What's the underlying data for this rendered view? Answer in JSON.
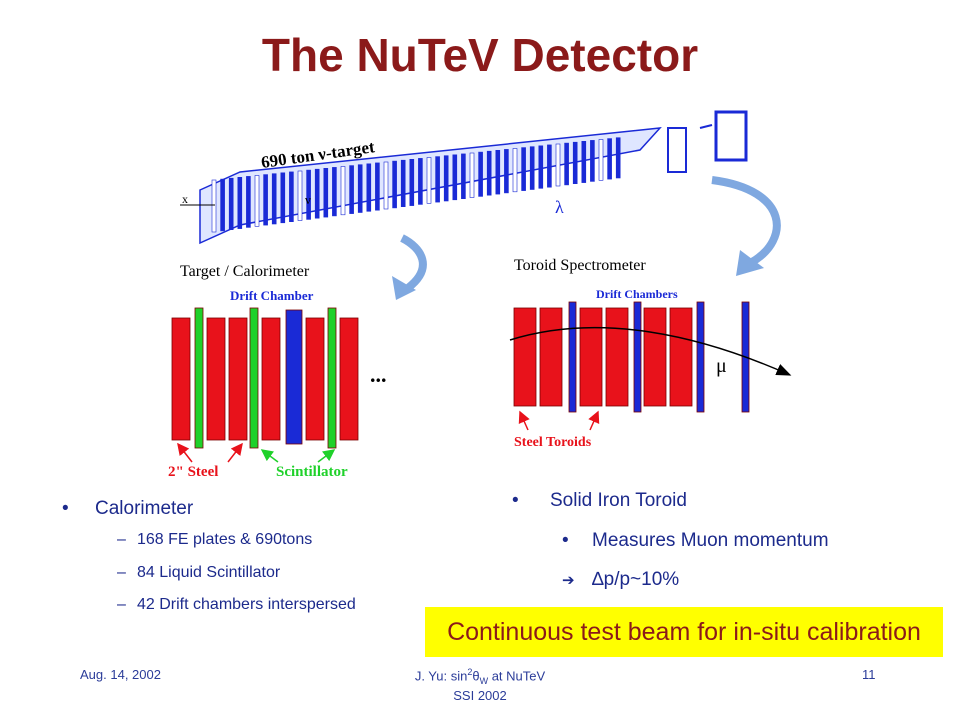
{
  "slide": {
    "title": "The NuTeV Detector",
    "diagram": {
      "target_label": "690 ton ν-target",
      "nu_label": "ν",
      "x_label": "x",
      "lambda_label": "λ",
      "calorimeter_heading": "Target / Calorimeter",
      "drift_chamber_label": "Drift Chamber",
      "dots_label": "...",
      "steel_label": "2\" Steel",
      "scintillator_label": "Scintillator",
      "toroid_heading": "Toroid Spectrometer",
      "drift_chambers_label": "Drift Chambers",
      "mu_label": "μ",
      "steel_toroids_label": "Steel Toroids"
    },
    "left_list": {
      "bullet": "Calorimeter",
      "items": [
        "168 FE plates  & 690tons",
        "84 Liquid Scintillator",
        "42 Drift chambers interspersed"
      ]
    },
    "right_list": {
      "bullet": "Solid Iron Toroid",
      "items": [
        "Measures Muon momentum",
        "∆p/p~10%"
      ]
    },
    "banner": "Continuous test beam for in-situ calibration",
    "footer": {
      "date": "Aug. 14, 2002",
      "center_line1_pre": "J. Yu: sin",
      "center_sup": "2",
      "center_theta": "θ",
      "center_sub": "W",
      "center_line1_post": " at NuTeV",
      "center_line2": "SSI 2002",
      "page": "11"
    },
    "colors": {
      "title": "#8b1a1a",
      "text": "#1c2a8c",
      "plate_red": "#e8121b",
      "plate_green": "#1fd12a",
      "plate_blue": "#1a2ad6",
      "arrow_blue": "#7fa8e0",
      "banner_bg": "#ffff00"
    }
  }
}
